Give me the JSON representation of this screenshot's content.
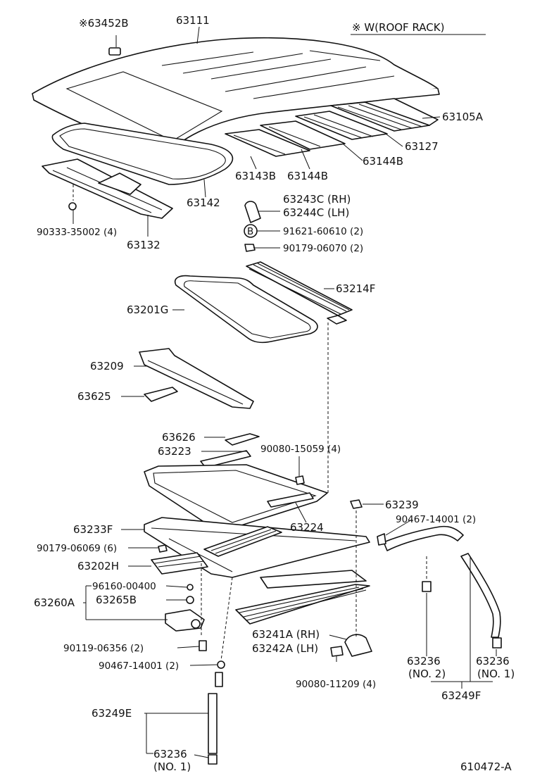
{
  "diagram_id": "610472-A",
  "note_header": "※ W(ROOF RACK)",
  "labels": {
    "p63452B": "※63452B",
    "p63111": "63111",
    "p63105A": "63105A",
    "p63127": "63127",
    "p63144B_a": "63144B",
    "p63144B_b": "63144B",
    "p63143B": "63143B",
    "p63142": "63142",
    "p90333": "90333-35002 (4)",
    "p63132": "63132",
    "p63243C": "63243C (RH)",
    "p63244C": "63244C (LH)",
    "p91621": "91621-60610 (2)",
    "p90179_06070": "90179-06070 (2)",
    "p63214F": "63214F",
    "p63201G": "63201G",
    "p63209": "63209",
    "p63625": "63625",
    "p63626": "63626",
    "p63223": "63223",
    "p90080_15059": "90080-15059 (4)",
    "p63224": "63224",
    "p63239": "63239",
    "p90467_a": "90467-14001 (2)",
    "p63233F": "63233F",
    "p90179_06069": "90179-06069 (6)",
    "p63202H": "63202H",
    "p96160": "96160-00400",
    "p63260A": "63260A",
    "p63265B": "63265B",
    "p90119": "90119-06356 (2)",
    "p90467_b": "90467-14001 (2)",
    "p63241A": "63241A (RH)",
    "p63242A": "63242A (LH)",
    "p90080_11209": "90080-11209 (4)",
    "p63236_no2": "63236",
    "p63236_no2_sub": "(NO. 2)",
    "p63236_no1": "63236",
    "p63236_no1_sub": "(NO. 1)",
    "p63249F": "63249F",
    "p63249E": "63249E",
    "p63236_b": "63236",
    "p63236_b_sub": "(NO. 1)"
  },
  "circle_marker": "B"
}
